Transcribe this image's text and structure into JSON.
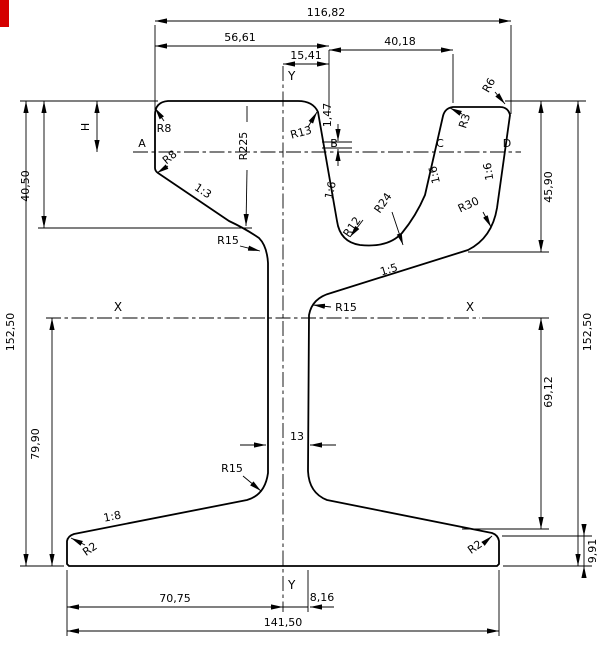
{
  "colors": {
    "corner_mark": "#d40000",
    "ink": "#000000",
    "background": "#ffffff"
  },
  "drawing": {
    "points": {
      "a": "A",
      "b": "B",
      "c": "C",
      "d": "D"
    },
    "axes": {
      "y_top": "Y",
      "y_bottom": "Y",
      "x_left": "X",
      "x_right": "X"
    },
    "dims": {
      "top_overall": "116,82",
      "head_width": "56,61",
      "groove_width": "40,18",
      "head_center_offset": "15,41",
      "top_drop": "1,47",
      "head_height_label": "H",
      "head_depth": "40,50",
      "total_height_left": "152,50",
      "below_axis_height": "79,90",
      "groove_depth": "45,90",
      "total_height_right": "152,50",
      "axis_to_foot": "69,12",
      "foot_edge_height": "9,91",
      "web_thickness": "13",
      "foot_half": "70,75",
      "web_offset": "8,16",
      "foot_width": "141,50"
    },
    "radii": {
      "top_left": "R8",
      "side_left": "R8",
      "head_groove": "R13",
      "keeper_inner_top": "R3",
      "keeper_outer_top": "R6",
      "head_under": "R225",
      "groove_bottom_left": "R12",
      "groove_bottom": "R24",
      "keeper_outer_bottom": "R30",
      "head_web_fillet": "R15",
      "web_top_right": "R15",
      "web_foot_fillet": "R15",
      "foot_tip_left": "R2",
      "foot_tip_right": "R2"
    },
    "slopes": {
      "head_under": "1:3",
      "groove_wall": "1:6",
      "keeper_inner": "1:6",
      "keeper_outer": "1:6",
      "web_transition": "1:5",
      "foot_top": "1:8"
    }
  }
}
